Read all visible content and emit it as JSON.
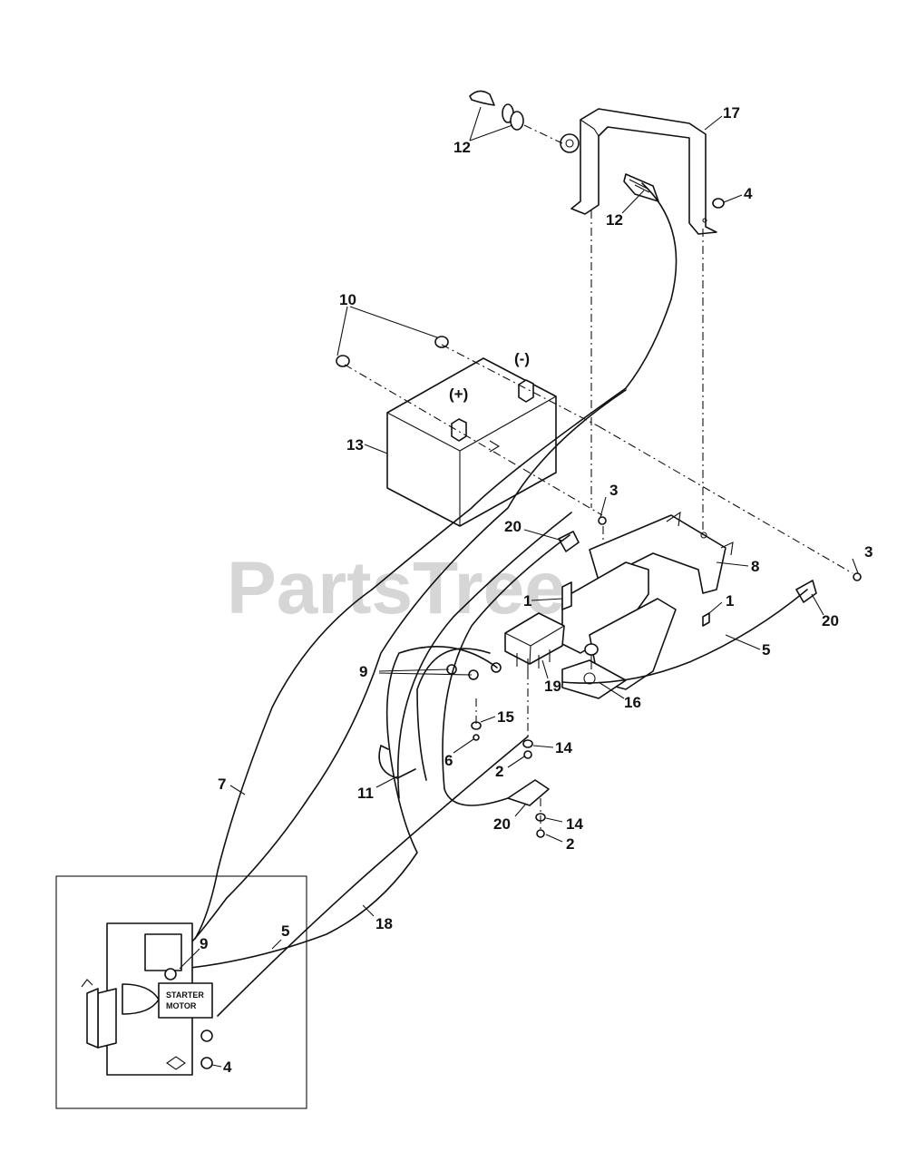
{
  "watermark": {
    "text": "PartsTree",
    "tm": "™"
  },
  "terminals": {
    "negative": "(-)",
    "positive": "(+)"
  },
  "inset": {
    "starter_line1": "STARTER",
    "starter_line2": "MOTOR"
  },
  "callouts": {
    "c17": "17",
    "c12a": "12",
    "c12b": "12",
    "c4a": "4",
    "c10": "10",
    "c13": "13",
    "c3a": "3",
    "c3b": "3",
    "c20a": "20",
    "c20b": "20",
    "c20c": "20",
    "c8": "8",
    "c1a": "1",
    "c1b": "1",
    "c5a": "5",
    "c5b": "5",
    "c9a": "9",
    "c9b": "9",
    "c19": "19",
    "c16": "16",
    "c15": "15",
    "c6": "6",
    "c14a": "14",
    "c14b": "14",
    "c2a": "2",
    "c2b": "2",
    "c11": "11",
    "c7": "7",
    "c18": "18",
    "c4b": "4"
  }
}
